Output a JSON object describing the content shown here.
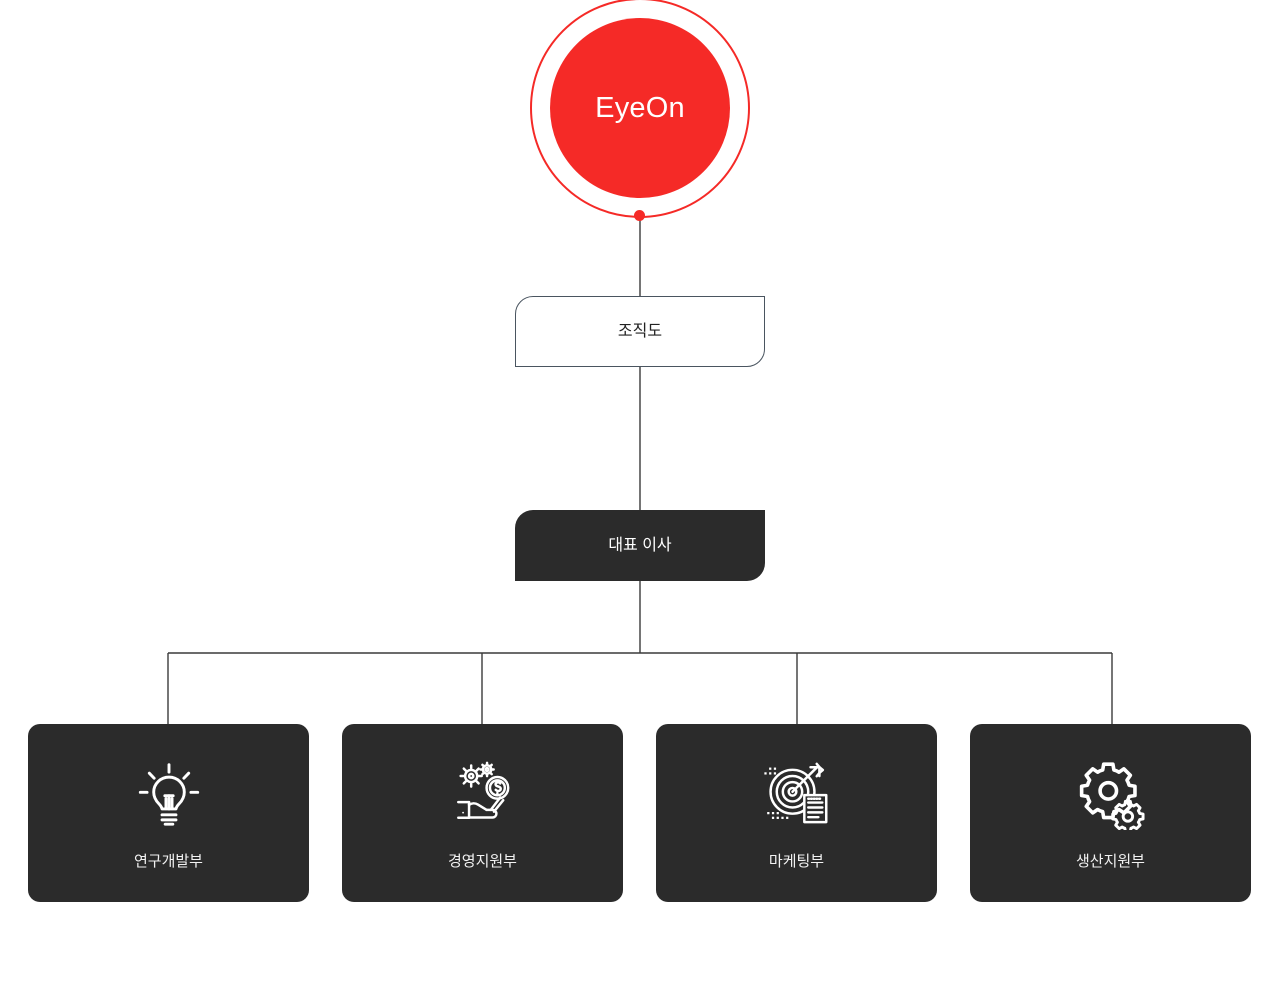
{
  "brand": {
    "name": "EyeOn",
    "accent_color": "#f52a27",
    "text_color": "#ffffff"
  },
  "chart_title_node": {
    "label": "조직도",
    "border_color": "#4a5560",
    "background": "#ffffff",
    "text_color": "#222222"
  },
  "executive_node": {
    "label": "대표 이사",
    "background": "#2b2b2b",
    "text_color": "#ffffff"
  },
  "departments": [
    {
      "label": "연구개발부",
      "icon": "lightbulb-icon"
    },
    {
      "label": "경영지원부",
      "icon": "hand-coin-gears-icon"
    },
    {
      "label": "마케팅부",
      "icon": "target-arrow-document-icon"
    },
    {
      "label": "생산지원부",
      "icon": "gears-icon"
    }
  ],
  "connector": {
    "color": "#3a3a3a",
    "dot_color": "#f52a27"
  }
}
